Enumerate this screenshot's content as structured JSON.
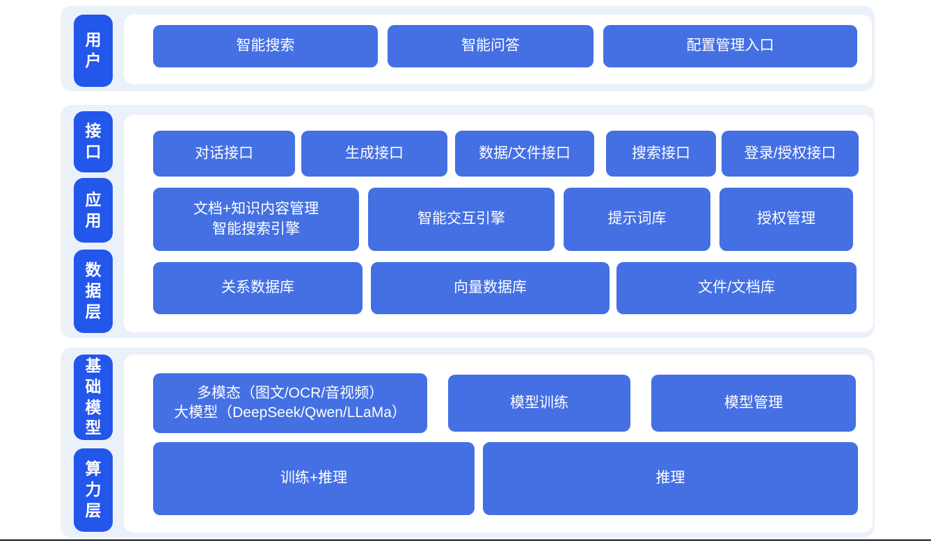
{
  "colors": {
    "tile_blue": "#2356EB",
    "box_blue": "#4470E3",
    "section_bg": "#EBF1F9",
    "panel_bg": "#FFFFFF",
    "text_white": "#FFFFFF",
    "bottom_line": "#14181F"
  },
  "layers": {
    "user": {
      "label": "用户",
      "boxes": {
        "search": "智能搜索",
        "qa": "智能问答",
        "config": "配置管理入口"
      }
    },
    "middle": {
      "labels": {
        "interface": "接口",
        "application": "应用",
        "data": "数据层"
      },
      "interface_row": {
        "dialog": "对话接口",
        "generate": "生成接口",
        "data_file": "数据/文件接口",
        "search": "搜索接口",
        "login_auth": "登录/授权接口"
      },
      "application_row": {
        "doc_mgmt_line1": "文档+知识内容管理",
        "doc_mgmt_line2": "智能搜索引擎",
        "interaction": "智能交互引擎",
        "prompt": "提示词库",
        "auth": "授权管理"
      },
      "data_row": {
        "relational": "关系数据库",
        "vector": "向量数据库",
        "file_doc": "文件/文档库"
      }
    },
    "bottom": {
      "labels": {
        "foundation": "基础模型",
        "compute": "算力层"
      },
      "model_row": {
        "multimodal_line1": "多模态（图文/OCR/音视频）",
        "multimodal_line2": "大模型（DeepSeek/Qwen/LLaMa）",
        "training": "模型训练",
        "management": "模型管理"
      },
      "compute_row": {
        "train_infer": "训练+推理",
        "infer": "推理"
      }
    }
  }
}
